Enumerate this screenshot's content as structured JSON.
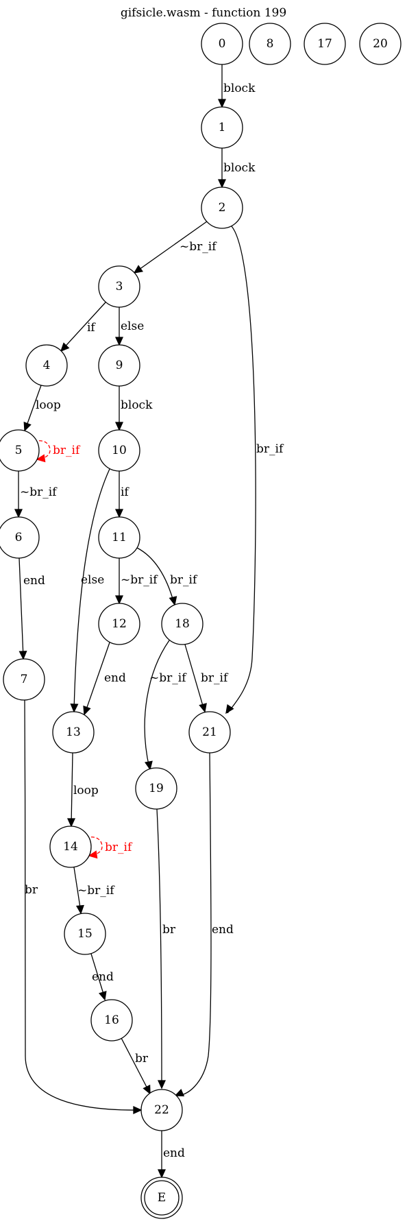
{
  "title": "gifsicle.wasm - function 199",
  "colors": {
    "default": "#000000",
    "self_loop": "#ff0000"
  },
  "nodes": [
    "0",
    "8",
    "17",
    "20",
    "1",
    "2",
    "3",
    "4",
    "9",
    "5",
    "10",
    "6",
    "11",
    "12",
    "18",
    "7",
    "13",
    "21",
    "19",
    "14",
    "15",
    "16",
    "22",
    "E"
  ],
  "edges": [
    {
      "from": "0",
      "to": "1",
      "label": "block"
    },
    {
      "from": "1",
      "to": "2",
      "label": "block"
    },
    {
      "from": "2",
      "to": "3",
      "label": "~br_if"
    },
    {
      "from": "2",
      "to": "21",
      "label": "br_if"
    },
    {
      "from": "3",
      "to": "4",
      "label": "if"
    },
    {
      "from": "3",
      "to": "9",
      "label": "else"
    },
    {
      "from": "4",
      "to": "5",
      "label": "loop"
    },
    {
      "from": "5",
      "to": "5",
      "label": "br_if",
      "color": "red"
    },
    {
      "from": "5",
      "to": "6",
      "label": "~br_if"
    },
    {
      "from": "9",
      "to": "10",
      "label": "block"
    },
    {
      "from": "10",
      "to": "11",
      "label": "if"
    },
    {
      "from": "10",
      "to": "13",
      "label": "else"
    },
    {
      "from": "6",
      "to": "7",
      "label": "end"
    },
    {
      "from": "11",
      "to": "12",
      "label": "~br_if"
    },
    {
      "from": "11",
      "to": "18",
      "label": "br_if"
    },
    {
      "from": "12",
      "to": "13",
      "label": "end"
    },
    {
      "from": "18",
      "to": "19",
      "label": "~br_if"
    },
    {
      "from": "18",
      "to": "21",
      "label": "br_if"
    },
    {
      "from": "13",
      "to": "14",
      "label": "loop"
    },
    {
      "from": "14",
      "to": "14",
      "label": "br_if",
      "color": "red"
    },
    {
      "from": "14",
      "to": "15",
      "label": "~br_if"
    },
    {
      "from": "15",
      "to": "16",
      "label": "end"
    },
    {
      "from": "7",
      "to": "22",
      "label": "br"
    },
    {
      "from": "19",
      "to": "22",
      "label": "br"
    },
    {
      "from": "21",
      "to": "22",
      "label": "end"
    },
    {
      "from": "16",
      "to": "22",
      "label": "br"
    },
    {
      "from": "22",
      "to": "E",
      "label": "end"
    }
  ]
}
